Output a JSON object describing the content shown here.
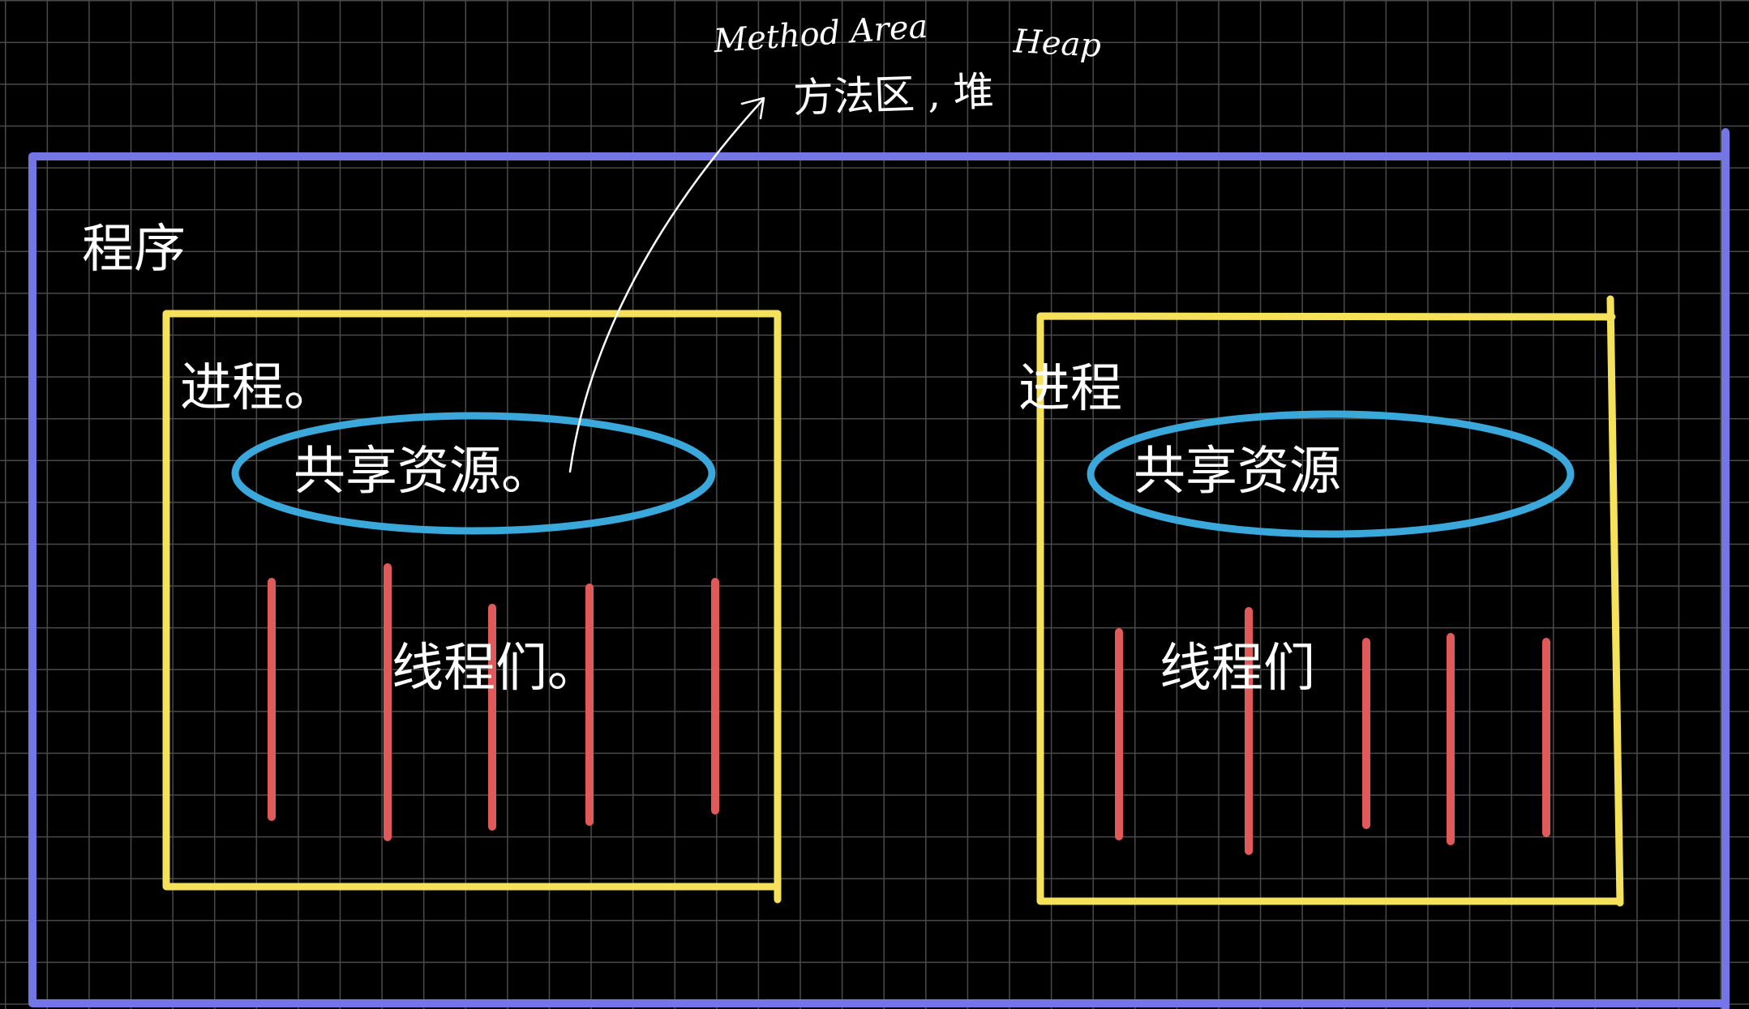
{
  "program": {
    "label": "程序"
  },
  "annotation": {
    "method_area_en": "Method Area",
    "heap_en": "Heap",
    "cn_line": "方法区 , 堆"
  },
  "left_process": {
    "title": "进程。",
    "shared": "共享资源。",
    "threads": "线程们。"
  },
  "right_process": {
    "title": "进程",
    "shared": "共享资源",
    "threads": "线程们"
  },
  "colors": {
    "program_border": "#7376e4",
    "process_border": "#f5e25a",
    "shared_ellipse": "#3aa8da",
    "thread_line": "#e05a5a",
    "grid": "#4a4a4a",
    "background": "#000000",
    "text": "#ffffff"
  }
}
